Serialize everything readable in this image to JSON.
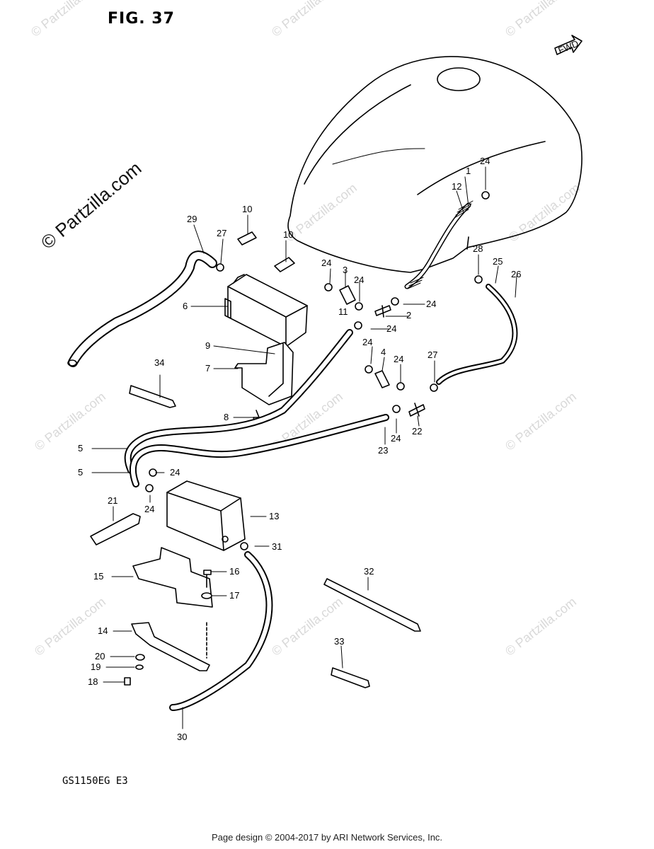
{
  "figure_title": "FIG. 37",
  "model_code": "GS1150EG E3",
  "footer": "Page design © 2004-2017 by ARI Network Services, Inc.",
  "watermark_main": "© Partzilla.com",
  "watermark_faint": "© Partzilla.com",
  "fwd_arrow_label": "FWD",
  "callouts": {
    "c1": "1",
    "c2": "2",
    "c3": "3",
    "c4": "4",
    "c5a": "5",
    "c5b": "5",
    "c6": "6",
    "c7": "7",
    "c8": "8",
    "c9": "9",
    "c10a": "10",
    "c10b": "10",
    "c11": "11",
    "c12": "12",
    "c13": "13",
    "c14": "14",
    "c15": "15",
    "c16": "16",
    "c17": "17",
    "c18": "18",
    "c19": "19",
    "c20": "20",
    "c21": "21",
    "c22": "22",
    "c23": "23",
    "c24a": "24",
    "c24b": "24",
    "c24c": "24",
    "c24d": "24",
    "c24e": "24",
    "c24f": "24",
    "c24g": "24",
    "c24h": "24",
    "c24i": "24",
    "c24j": "24",
    "c25": "25",
    "c26": "26",
    "c27a": "27",
    "c27b": "27",
    "c28": "28",
    "c29": "29",
    "c30": "30",
    "c31": "31",
    "c32": "32",
    "c33": "33",
    "c34": "34"
  }
}
